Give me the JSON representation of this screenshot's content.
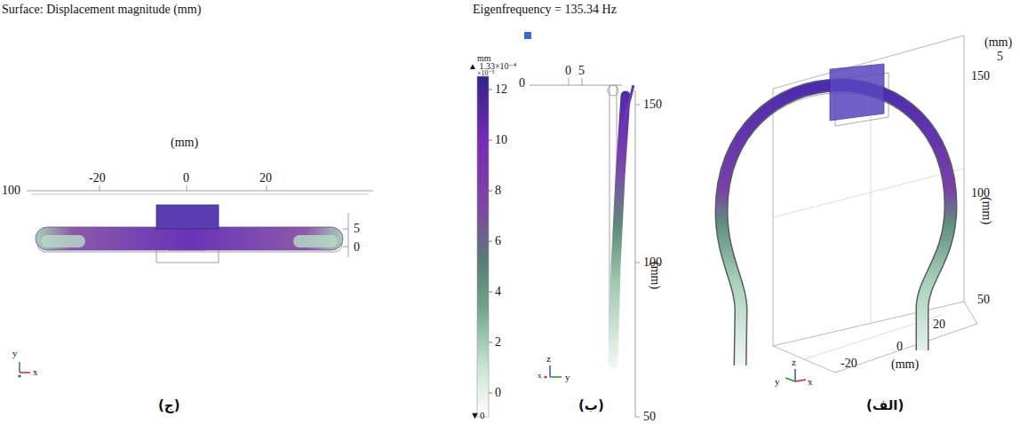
{
  "diagram": {
    "labels": [
      "Surface: Displacement magnitude (mm)",
      "Eigenfrequency = 135.34 Hz",
      "(mm)",
      "-20",
      "0",
      "20",
      "100",
      "5",
      "0",
      "y",
      "x",
      "mm",
      "▲ 1.33×10⁻⁴",
      "×10⁻⁵",
      "12",
      "10",
      "8",
      "6",
      "4",
      "2",
      "0",
      "▼0",
      "0",
      "0",
      "5",
      "150",
      "100",
      "(mm)",
      "50",
      "z",
      "y",
      "x",
      "(mm)",
      "5",
      "150",
      "100",
      "(mm)",
      "50",
      "20",
      "0",
      "-20",
      "(mm)",
      "y",
      "z",
      "x",
      "(ج)",
      "(ب)",
      "(الف)"
    ]
  }
}
